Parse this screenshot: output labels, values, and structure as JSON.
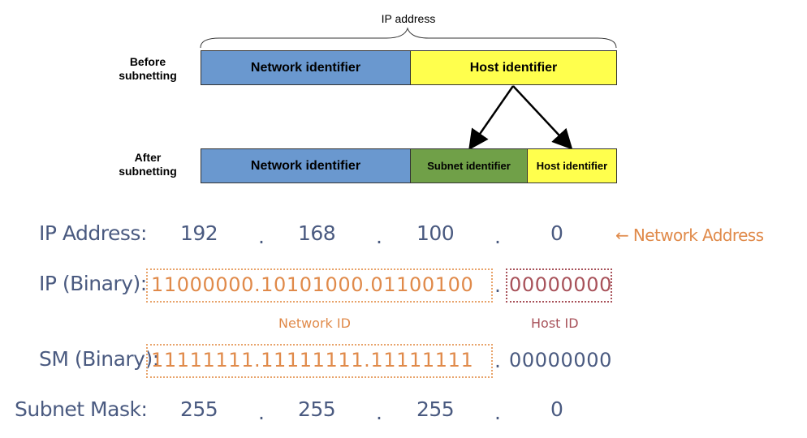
{
  "top": {
    "ip_address_label": "IP address",
    "before_label": "Before subnetting",
    "after_label": "After subnetting",
    "before": {
      "network": "Network identifier",
      "host": "Host identifier"
    },
    "after": {
      "network": "Network identifier",
      "subnet": "Subnet identifier",
      "host": "Host identifier"
    },
    "colors": {
      "network": "#6a98cf",
      "host": "#ffff4d",
      "subnet": "#70a048"
    }
  },
  "bottom": {
    "rows": {
      "ip_address": {
        "label": "IP Address:",
        "octets": [
          "192",
          "168",
          "100",
          "0"
        ],
        "dot": ".",
        "note": "← Network Address"
      },
      "ip_binary": {
        "label": "IP (Binary):",
        "network_part": "11000000.10101000.01100100",
        "sep": ".",
        "host_part": "00000000"
      },
      "labels": {
        "network_id": "Network ID",
        "host_id": "Host ID"
      },
      "sm_binary": {
        "label": "SM (Binary):",
        "network_part": "11111111.11111111.11111111",
        "sep": ".",
        "host_part": "00000000"
      },
      "subnet_mask": {
        "label": "Subnet Mask:",
        "octets": [
          "255",
          "255",
          "255",
          "0"
        ],
        "dot": "."
      }
    },
    "colors": {
      "label": "#4a5a80",
      "orange": "#e08a4a",
      "dark_red": "#a8525a"
    }
  }
}
